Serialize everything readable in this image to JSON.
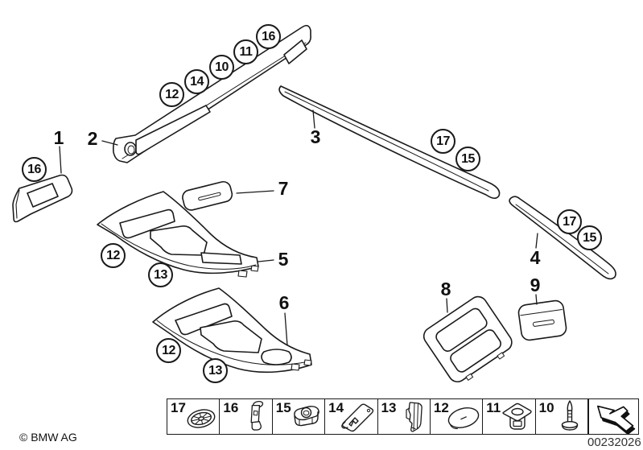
{
  "footer": {
    "copyright": "© BMW AG",
    "image_number": "00232026"
  },
  "parts": [
    {
      "label": "1"
    },
    {
      "label": "2"
    },
    {
      "label": "3"
    },
    {
      "label": "4"
    },
    {
      "label": "5"
    },
    {
      "label": "6"
    },
    {
      "label": "7"
    },
    {
      "label": "8"
    },
    {
      "label": "9"
    }
  ],
  "callouts": [
    {
      "label": "12"
    },
    {
      "label": "14"
    },
    {
      "label": "10"
    },
    {
      "label": "11"
    },
    {
      "label": "16"
    },
    {
      "label": "16"
    },
    {
      "label": "17"
    },
    {
      "label": "15"
    },
    {
      "label": "17"
    },
    {
      "label": "15"
    },
    {
      "label": "12"
    },
    {
      "label": "13"
    },
    {
      "label": "12"
    },
    {
      "label": "13"
    }
  ],
  "legend": {
    "cells": [
      {
        "label": "17",
        "icon": "speed-nut-icon"
      },
      {
        "label": "16",
        "icon": "retaining-clip-icon"
      },
      {
        "label": "15",
        "icon": "grommet-nut-icon"
      },
      {
        "label": "14",
        "icon": "spring-clip-icon"
      },
      {
        "label": "13",
        "icon": "folded-clip-icon"
      },
      {
        "label": "12",
        "icon": "oval-clip-icon"
      },
      {
        "label": "11",
        "icon": "captive-nut-icon"
      },
      {
        "label": "10",
        "icon": "expansion-pin-icon"
      }
    ],
    "arrow_icon": "direction-of-travel-arrow-icon"
  },
  "colors": {
    "line": "#1a1a1a",
    "background": "#ffffff"
  }
}
